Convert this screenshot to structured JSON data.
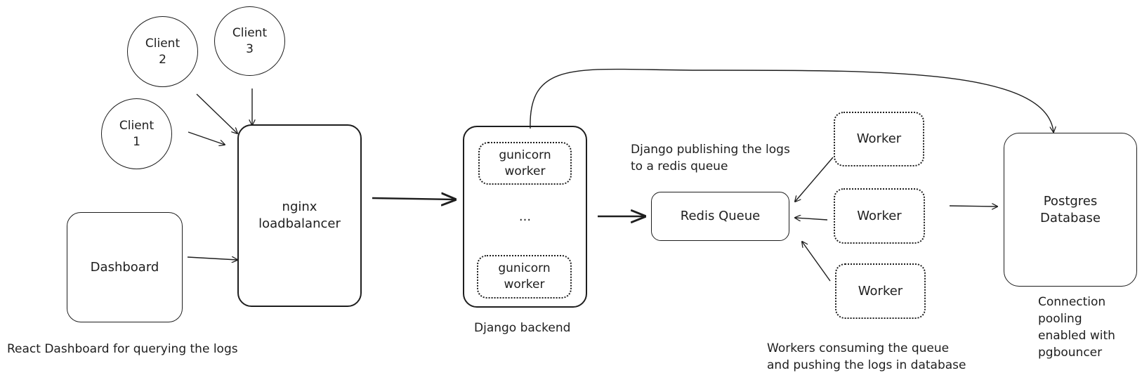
{
  "nodes": {
    "client1": "Client\n1",
    "client2": "Client\n2",
    "client3": "Client\n3",
    "dashboard": "Dashboard",
    "nginx": "nginx\nloadbalancer",
    "gunicorn_top": "gunicorn\nworker",
    "ellipsis": "...",
    "gunicorn_bottom": "gunicorn\nworker",
    "redis": "Redis Queue",
    "worker1": "Worker",
    "worker2": "Worker",
    "worker3": "Worker",
    "postgres": "Postgres\nDatabase"
  },
  "labels": {
    "react_dashboard": "React Dashboard for querying the logs",
    "django_backend": "Django backend",
    "django_publishing": "Django publishing the logs\nto a redis queue",
    "workers_consuming": "Workers consuming the queue\nand pushing the logs in database",
    "connection_pooling": "Connection\npooling\nenabled with\npgbouncer"
  },
  "colors": {
    "stroke": "#1e1e1e",
    "background": "#ffffff"
  }
}
